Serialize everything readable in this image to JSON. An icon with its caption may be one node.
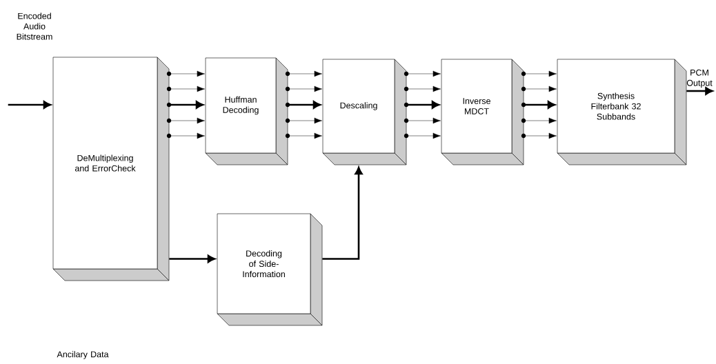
{
  "diagram": {
    "nodes": [
      {
        "text": [
          "DeMultiplexing and ErrorCheck"
        ]
      },
      {
        "text": [
          "Huffman Decoding"
        ]
      },
      {
        "text": [
          "Descaling"
        ]
      },
      {
        "text": [
          "Inverse MDCT"
        ]
      },
      {
        "text": [
          "Synthesis Filterbank 32 Subbands"
        ]
      },
      {
        "text": [
          "Decoding of Side-Information"
        ]
      },
      {
        "text": [
          "PCM Output"
        ]
      }
    ],
    "edges": [
      {
        "from": null,
        "to": 0,
        "arrow": "to",
        "style": "thick"
      },
      {
        "from": 0,
        "to": 1,
        "arrow": "to"
      },
      {
        "from": 0,
        "to": 1,
        "arrow": "to"
      },
      {
        "from": 0,
        "to": 1,
        "arrow": "to",
        "style": "thick"
      },
      {
        "from": 0,
        "to": 1,
        "arrow": "to"
      },
      {
        "from": 0,
        "to": 1,
        "arrow": "to"
      },
      {
        "from": 1,
        "to": 2,
        "arrow": "to"
      },
      {
        "from": 1,
        "to": 2,
        "arrow": "to"
      },
      {
        "from": 1,
        "to": 2,
        "arrow": "to",
        "style": "thick"
      },
      {
        "from": 1,
        "to": 2,
        "arrow": "to"
      },
      {
        "from": 1,
        "to": 2,
        "arrow": "to"
      },
      {
        "from": 2,
        "to": 3,
        "arrow": "to"
      },
      {
        "from": 2,
        "to": 3,
        "arrow": "to"
      },
      {
        "from": 2,
        "to": 3,
        "arrow": "to",
        "style": "thick"
      },
      {
        "from": 2,
        "to": 3,
        "arrow": "to"
      },
      {
        "from": 2,
        "to": 3,
        "arrow": "to"
      },
      {
        "from": 3,
        "to": 4,
        "arrow": "to"
      },
      {
        "from": 3,
        "to": 4,
        "arrow": "to"
      },
      {
        "from": 3,
        "to": 4,
        "arrow": "to",
        "style": "thick"
      },
      {
        "from": 3,
        "to": 4,
        "arrow": "to"
      },
      {
        "from": 3,
        "to": 4,
        "arrow": "to"
      },
      {
        "from": 4,
        "to": 6,
        "arrow": "to",
        "style": "thick"
      },
      {
        "from": 0,
        "to": 5,
        "arrow": "to",
        "style": "thick"
      },
      {
        "from": 5,
        "to": 2,
        "arrow": "to",
        "style": "thick"
      }
    ],
    "labels": [
      "Encoded Audio Bitstream",
      "Ancilary Data"
    ]
  }
}
